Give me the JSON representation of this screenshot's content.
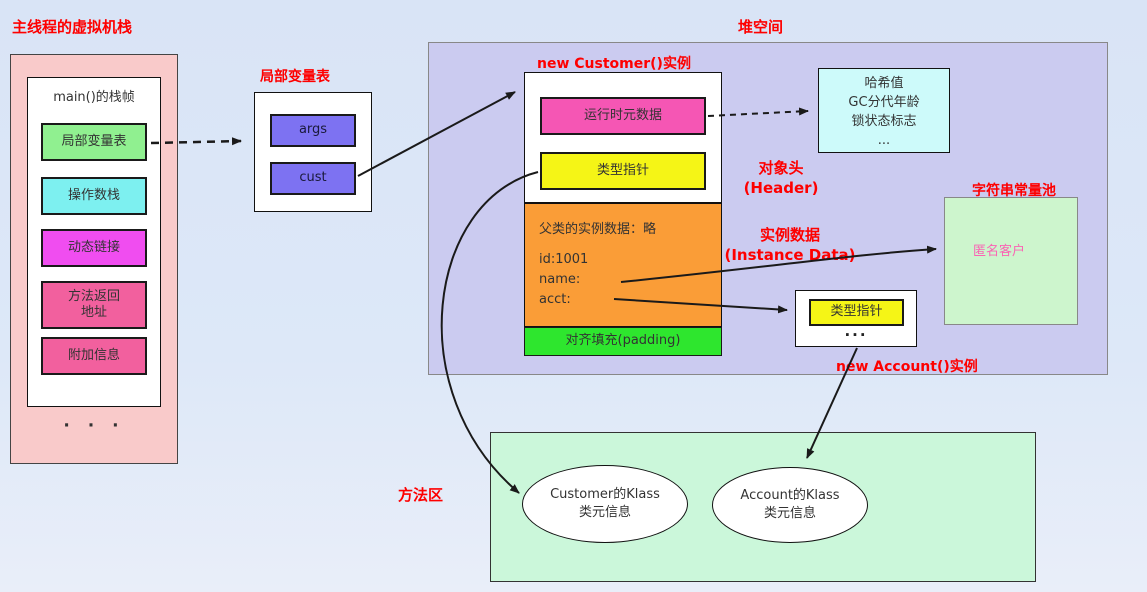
{
  "palette": {
    "background": "#dde8f8",
    "label_red": "#fe0000",
    "stack_fill": "#f9caca",
    "heap_fill": "#cbcbf0",
    "method_area_fill": "#cbf7da",
    "local_var_green": "#90f090",
    "operand_cyan": "#7df0f0",
    "dynamic_link_magenta": "#f04df0",
    "pink_cell": "#f2609e",
    "var_slot_blue": "#7d72f2",
    "runtime_metadata_pink": "#f556b4",
    "type_pointer_yellow": "#f5f516",
    "instance_data_orange": "#fa9d37",
    "padding_green": "#2ee62e",
    "header_info_cyan": "#cdfafa",
    "string_pool_green": "#cdf5cd",
    "string_value_pink": "#fa64b4"
  },
  "vm_stack": {
    "title": "主线程的虚拟机栈",
    "frame_title": "main()的栈帧",
    "items": [
      {
        "label": "局部变量表"
      },
      {
        "label": "操作数栈"
      },
      {
        "label": "动态链接"
      },
      {
        "label": "方法返回\n地址"
      },
      {
        "label": "附加信息"
      }
    ],
    "ellipsis": "· · ·"
  },
  "local_var_table": {
    "title": "局部变量表",
    "slots": [
      {
        "label": "args"
      },
      {
        "label": "cust"
      }
    ]
  },
  "heap": {
    "title": "堆空间",
    "customer_instance": {
      "title": "new Customer()实例",
      "runtime_metadata": "运行时元数据",
      "type_pointer": "类型指针",
      "instance_data": {
        "line1": "父类的实例数据：略",
        "line2": "id:1001",
        "line3": "name:",
        "line4": "acct:"
      },
      "padding": "对齐填充(padding)"
    },
    "object_header_label": {
      "line1": "对象头",
      "line2": "(Header)"
    },
    "instance_data_label": {
      "line1": "实例数据",
      "line2": "(Instance Data)"
    },
    "header_info": {
      "line1": "哈希值",
      "line2": "GC分代年龄",
      "line3": "锁状态标志",
      "line4": "..."
    },
    "string_pool": {
      "title": "字符串常量池",
      "value": "匿名客户"
    },
    "account_instance": {
      "title": "new Account()实例",
      "type_pointer": "类型指针",
      "ellipsis": "..."
    }
  },
  "method_area": {
    "title": "方法区",
    "klasses": [
      {
        "line1": "Customer的Klass",
        "line2": "类元信息"
      },
      {
        "line1": "Account的Klass",
        "line2": "类元信息"
      }
    ]
  }
}
